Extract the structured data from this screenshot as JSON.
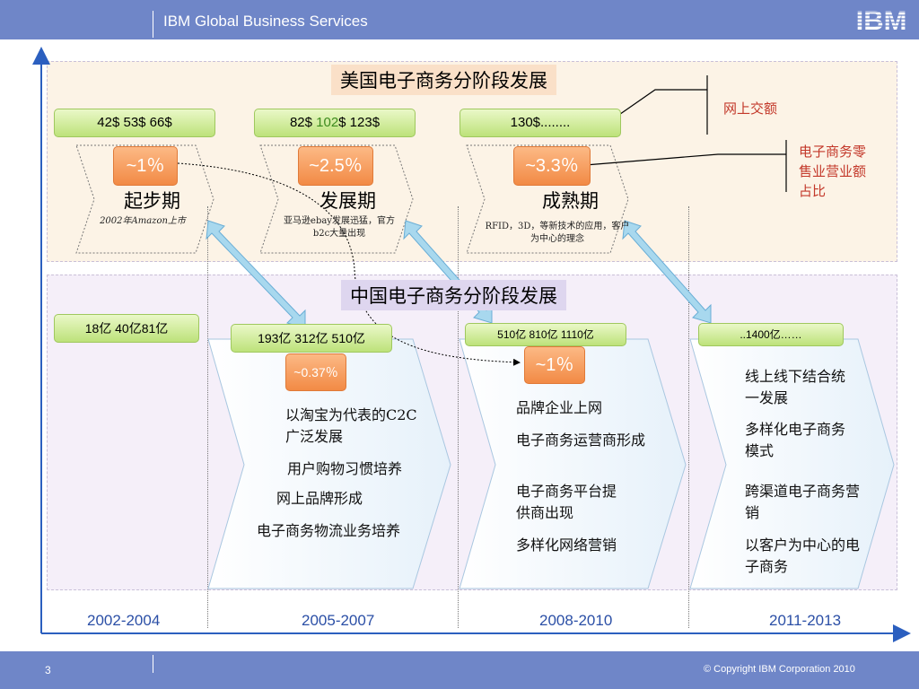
{
  "header": {
    "title": "IBM Global Business Services",
    "logo": "IBM"
  },
  "footer": {
    "page": "3",
    "copyright": "© Copyright IBM Corporation 2010"
  },
  "us": {
    "title": "美国电子商务分阶段发展",
    "stages": [
      {
        "sales": "42$  53$  66$",
        "share": "~1％",
        "name": "起步期",
        "note": "2002年Amazon上市"
      },
      {
        "sales_a": "82$  ",
        "sales_b": "102",
        "sales_c": "$  123$",
        "share": "~2.5％",
        "name": "发展期",
        "note": "亚马逊ebay发展迅猛，官方b2c大量出现"
      },
      {
        "sales": "130$........",
        "share": "~3.3％",
        "name": "成熟期",
        "note": "RFID，3D，等新技术的应用，客户为中心的理念"
      }
    ],
    "legend": {
      "sales": "网上交额",
      "share": "电子商务零售业营业额占比"
    }
  },
  "cn": {
    "title": "中国电子商务分阶段发展",
    "stages": [
      {
        "sales": "18亿  40亿81亿"
      },
      {
        "sales": "193亿 312亿  510亿",
        "share": "~0.37％",
        "items": [
          "以淘宝为代表的C2C广泛发展",
          "用户购物习惯培养",
          "网上品牌形成",
          "电子商务物流业务培养"
        ]
      },
      {
        "sales": "510亿 810亿  1110亿",
        "share": "~1％",
        "items": [
          "品牌企业上网",
          "电子商务运营商形成",
          "电子商务平台提供商出现",
          "多样化网络营销"
        ]
      },
      {
        "sales": "..1400亿……",
        "items": [
          "线上线下结合统一发展",
          "多样化电子商务模式",
          "跨渠道电子商务营销",
          "以客户为中心的电子商务"
        ]
      }
    ]
  },
  "years": [
    "2002-2004",
    "2005-2007",
    "2008-2010",
    "2011-2013"
  ],
  "colors": {
    "header": "#6f86c8",
    "year_text": "#2b4fa6",
    "legend_text": "#c3382a",
    "green": "#bde27a",
    "orange": "#f28a45",
    "arrow": "#a8d8ee"
  }
}
